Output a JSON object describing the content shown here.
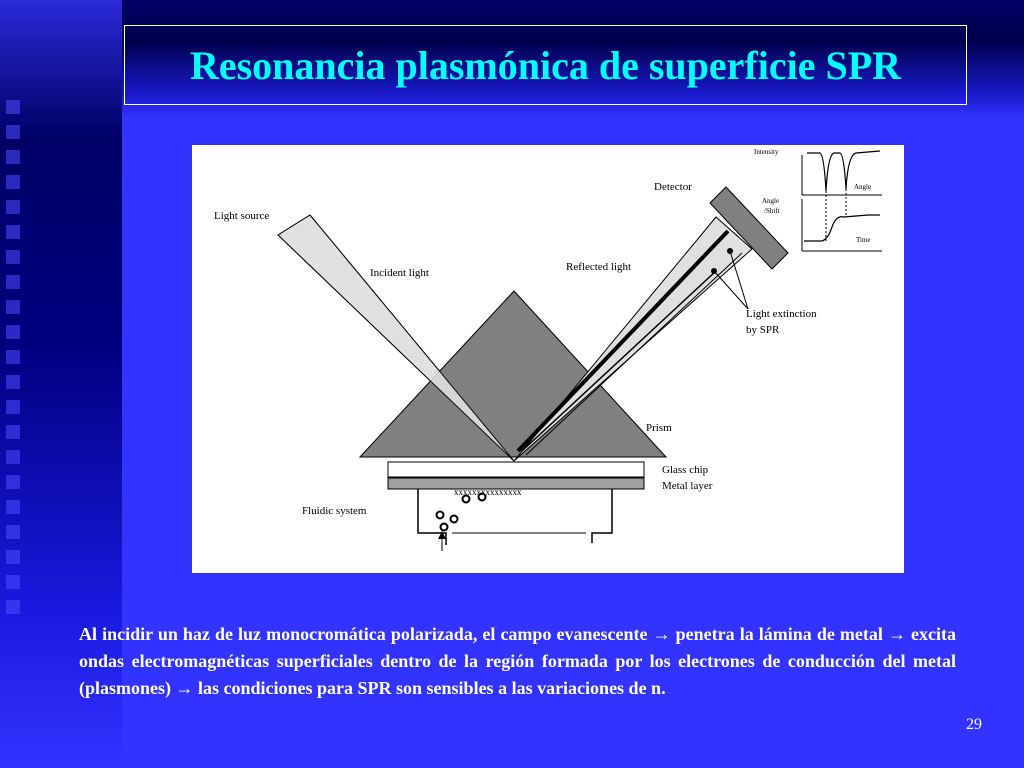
{
  "slide": {
    "title": "Resonancia plasmónica de superficie SPR",
    "page_number": "29",
    "caption": {
      "part1": "Al incidir un haz de luz monocromática polarizada, el campo evanescente",
      "arrow": "→",
      "part2": "penetra la lámina de metal",
      "part3": "excita ondas electromagnéticas superficiales dentro de la región formada por los electrones de conducción del metal (plasmones)",
      "part4": "las condiciones para SPR son sensibles a las variaciones de n."
    }
  },
  "diagram": {
    "labels": {
      "light_source": "Light source",
      "incident_light": "Incident light",
      "detector": "Detector",
      "reflected_light": "Reflected light",
      "light_extinction": "Light extinction",
      "by_spr": "by SPR",
      "prism": "Prism",
      "glass_chip": "Glass chip",
      "metal_layer": "Metal layer",
      "fluidic_system": "Fluidic system",
      "ligand_marks": "xxxxxxxxxxxxxxx"
    },
    "graph": {
      "top_ylabel": "Intensity",
      "top_xlabel": "Angle",
      "bottom_ylabel_line1": "Angle",
      "bottom_ylabel_line2": "/Shift",
      "bottom_xlabel": "Time"
    },
    "colors": {
      "prism": "#808080",
      "light_beam": "#e0e0e0",
      "metal_layer": "#a0a0a0"
    }
  },
  "colors": {
    "background": "#3333ff",
    "title": "#00ffff",
    "text": "#ffffff"
  }
}
